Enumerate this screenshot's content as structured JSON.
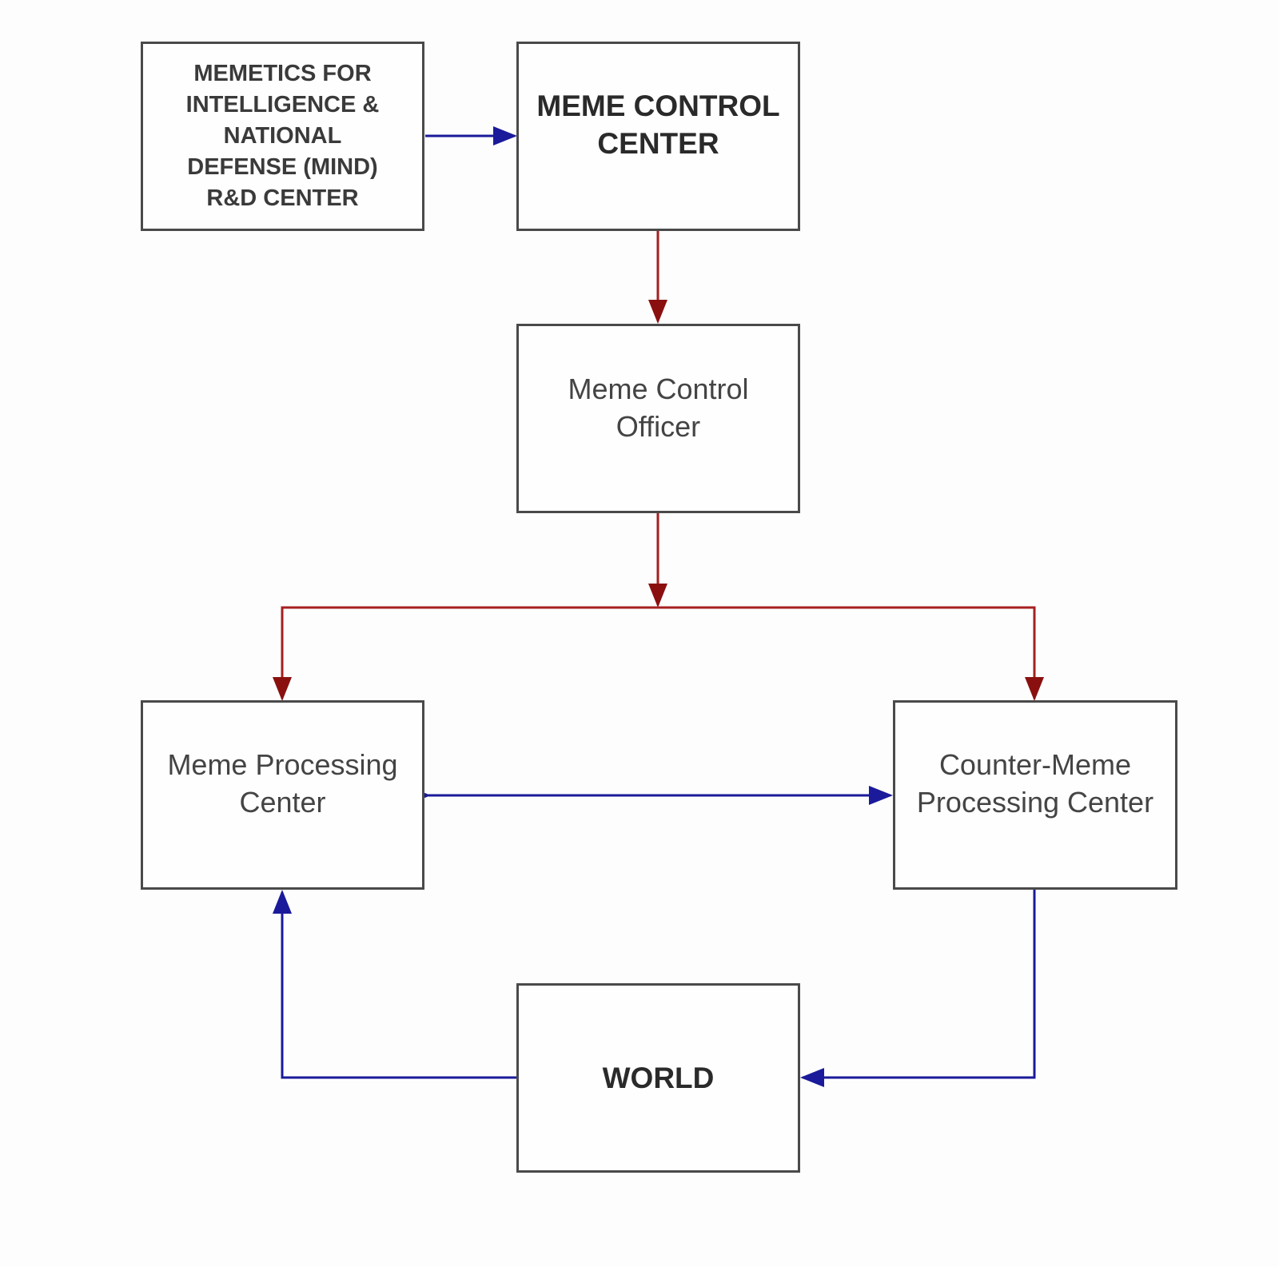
{
  "nodes": {
    "mind": "MEMETICS FOR\nINTELLIGENCE &\nNATIONAL\nDEFENSE (MIND)\nR&D CENTER",
    "control_center": "MEME CONTROL\nCENTER",
    "control_officer": "Meme Control\nOfficer",
    "processing_center": "Meme Processing\nCenter",
    "counter_processing_center": "Counter-Meme\nProcessing Center",
    "world": "WORLD"
  },
  "colors": {
    "blue_arrow": "#1a1a9a",
    "red_arrow": "#9a1616",
    "box_border": "#4a4a4a"
  }
}
